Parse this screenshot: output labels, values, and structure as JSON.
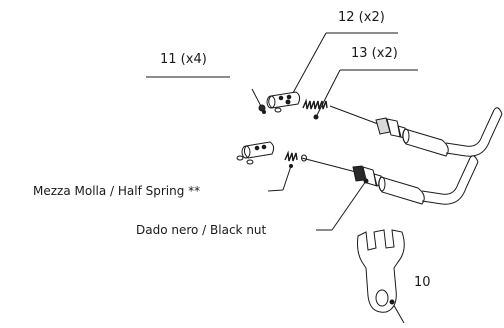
{
  "labels": {
    "part_12": "12 (x2)",
    "part_11": "11 (x4)",
    "part_13": "13 (x2)",
    "half_spring": "Mezza Molla / Half Spring **",
    "black_nut": "Dado nero / Black nut",
    "part_10": "10"
  },
  "colors": {
    "line": "#1a1a1a",
    "shade": "#d9d9d9",
    "dark": "#2a2a2a",
    "background": "#ffffff"
  }
}
